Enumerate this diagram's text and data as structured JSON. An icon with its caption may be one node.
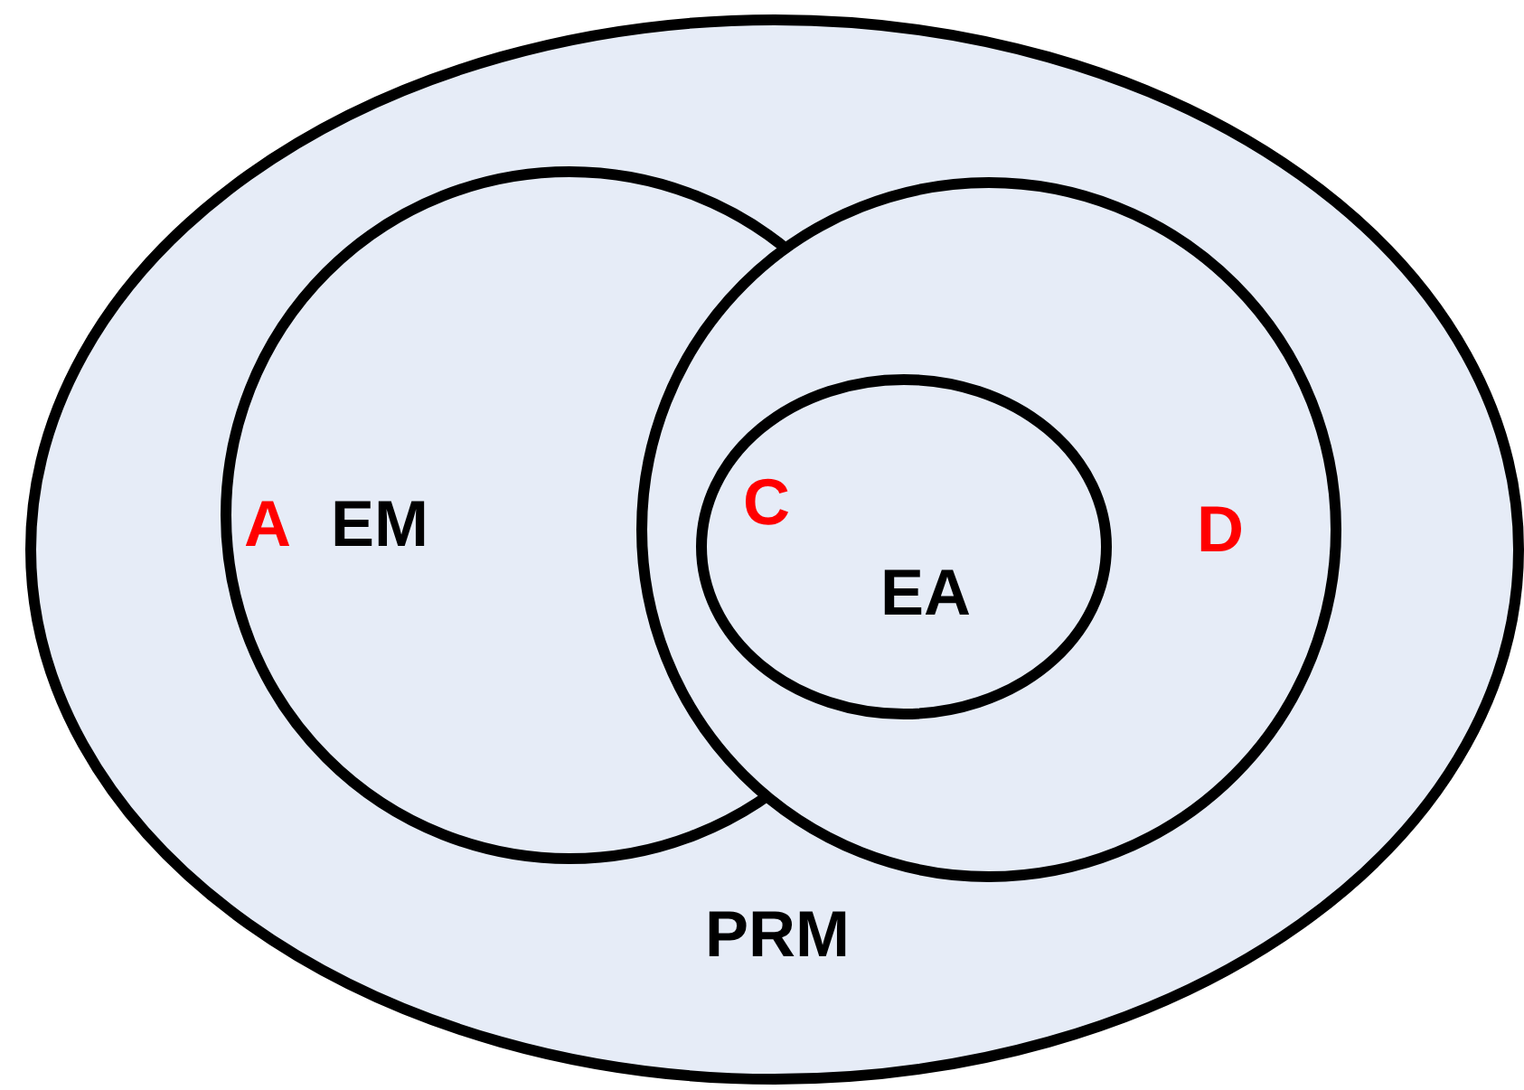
{
  "diagram": {
    "nodes": [
      {
        "text": [
          "PRM"
        ]
      },
      {
        "text": [
          "EM"
        ],
        "in": 0
      },
      {
        "text": [],
        "shape": "circle",
        "in": 0
      },
      {
        "text": [
          "EA"
        ],
        "in": 2
      }
    ],
    "labels": [
      "A",
      "C",
      "D"
    ]
  }
}
